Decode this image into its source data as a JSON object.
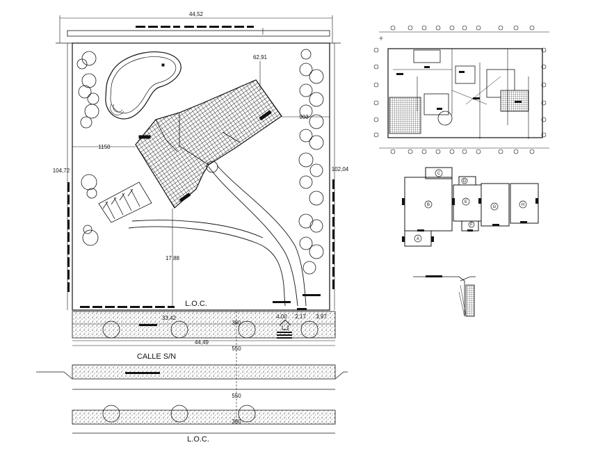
{
  "site_plan": {
    "top_width": "44,52",
    "left_depth": "104,72",
    "right_depth": "102,04",
    "diag_dim": "62,91",
    "side_dim": "903",
    "left_offset": "1150",
    "drive_dim": "17,88",
    "sidewalk_dim_1": "33,42",
    "sidewalk_dim_2": "380",
    "gate_dim_1": "4,00",
    "gate_dim_2": "2,17",
    "gate_dim_3": "3,97",
    "street_width": "44,49",
    "street_name": "CALLE S/N",
    "lane_dim_1": "550",
    "lane_dim_2": "550",
    "lane_dim_3": "380",
    "median_label": "",
    "loc_top": "L.O.C.",
    "loc_bottom": "L.O.C."
  },
  "module_plan": {
    "modules": [
      "A",
      "B",
      "C",
      "D",
      "E",
      "F",
      "G",
      "H"
    ]
  },
  "colors": {
    "line": "#111111",
    "hatch": "#555555",
    "paper": "#ffffff"
  }
}
